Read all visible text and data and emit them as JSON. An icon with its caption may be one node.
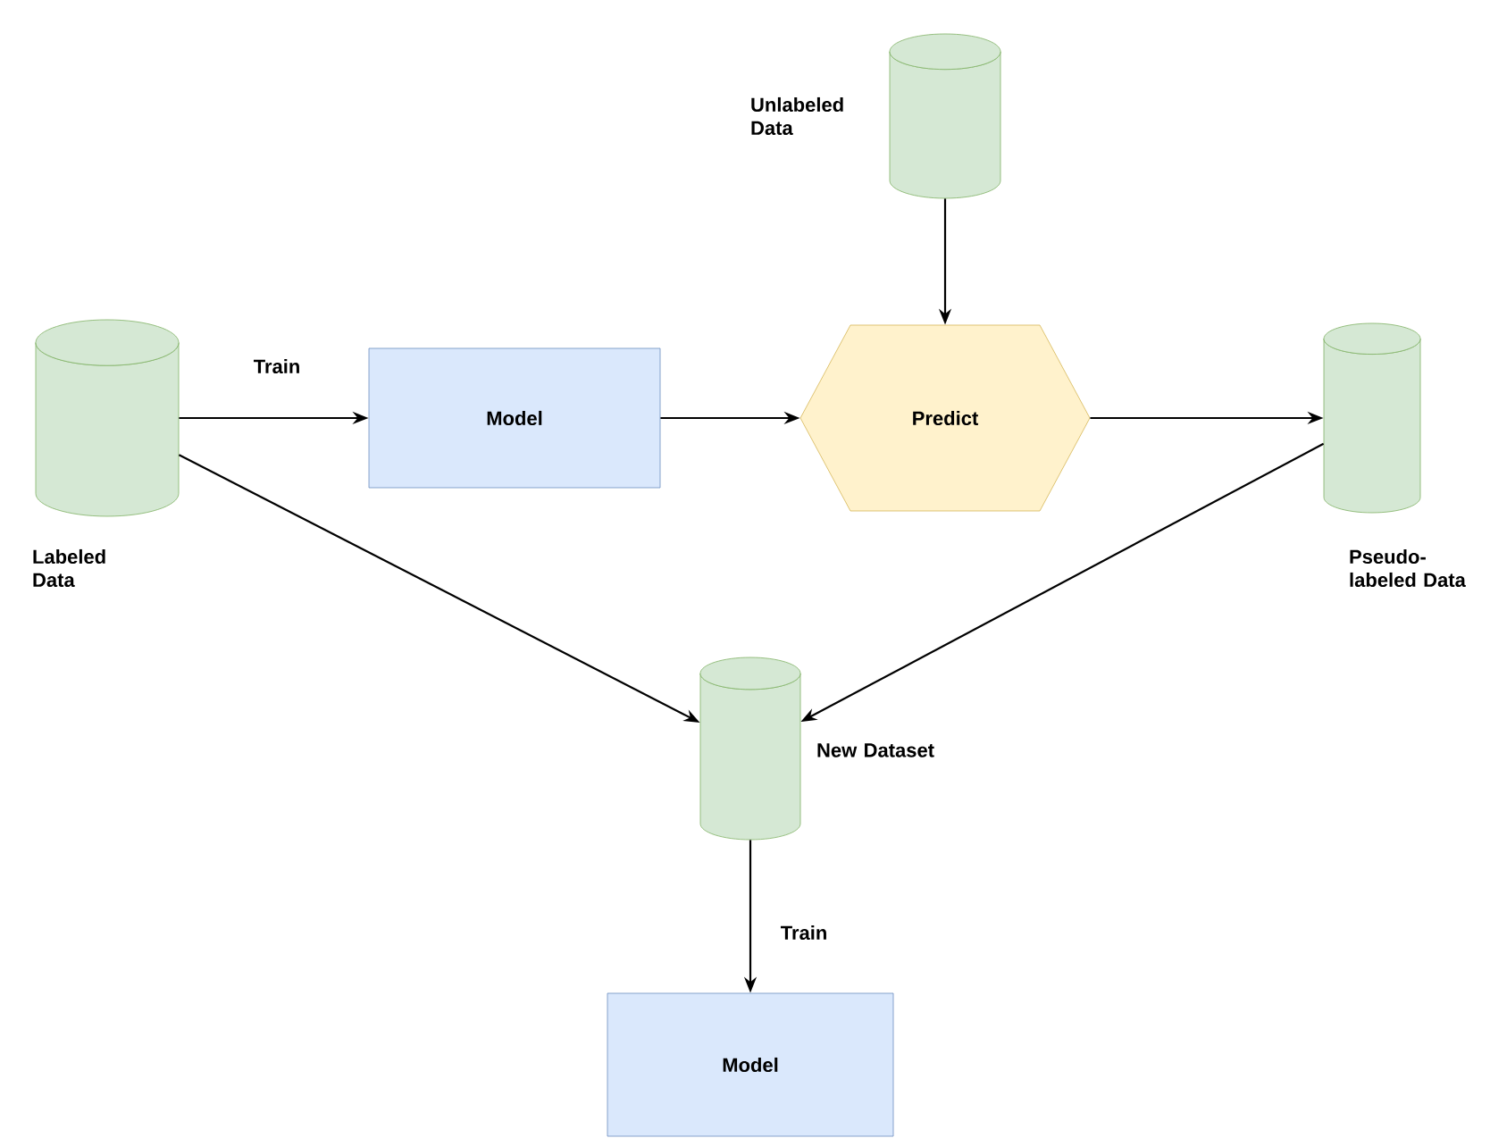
{
  "diagram": {
    "nodes": [
      {
        "text": [],
        "shape": "cylinder",
        "beside": [
          "Unlabeled Data"
        ]
      },
      {
        "text": [],
        "shape": "cylinder",
        "beside": [
          "Labeled Data"
        ]
      },
      {
        "text": [
          "Model"
        ]
      },
      {
        "text": [
          "Predict"
        ]
      },
      {
        "text": [],
        "shape": "cylinder",
        "beside": [
          "Pseudo-labeled Data"
        ]
      },
      {
        "text": [],
        "shape": "cylinder",
        "beside": [
          "New Dataset"
        ]
      },
      {
        "text": [
          "Model"
        ]
      }
    ],
    "edges": [
      {
        "from": 1,
        "to": 2,
        "arrow": "to",
        "label": "Train"
      },
      {
        "from": 2,
        "to": 3,
        "arrow": "to"
      },
      {
        "from": 0,
        "to": 3,
        "arrow": "to"
      },
      {
        "from": 3,
        "to": 4,
        "arrow": "to"
      },
      {
        "from": 1,
        "to": 5,
        "arrow": "to"
      },
      {
        "from": 4,
        "to": 5,
        "arrow": "to"
      },
      {
        "from": 5,
        "to": 6,
        "arrow": "to",
        "label": "Train"
      }
    ]
  }
}
